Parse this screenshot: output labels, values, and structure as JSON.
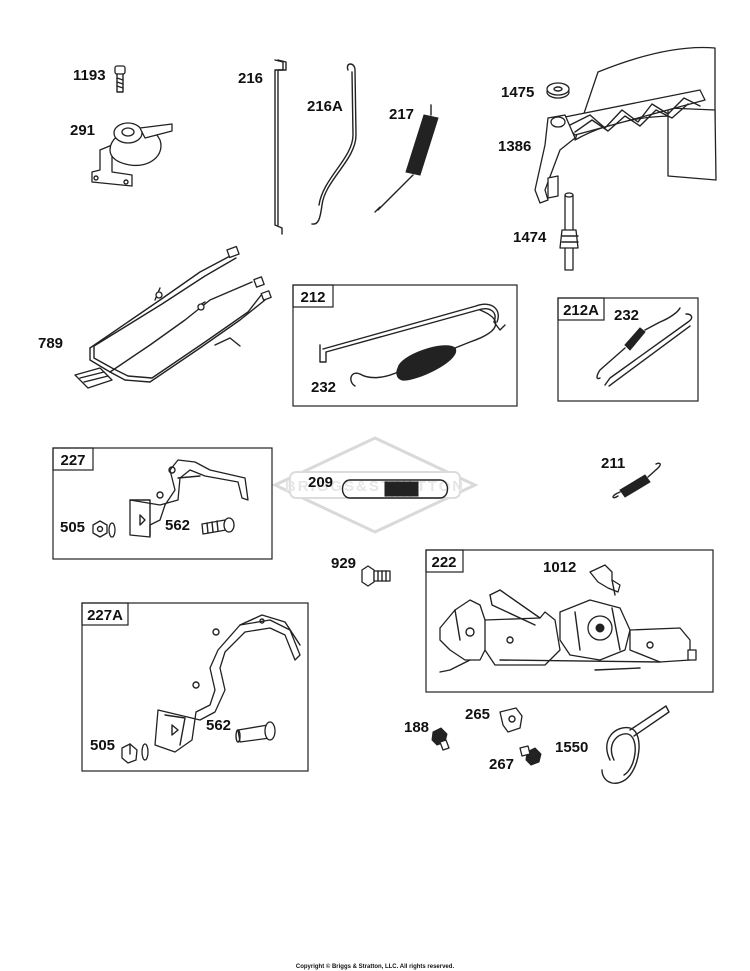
{
  "watermark": "BRIGGS&STRATTON",
  "copyright": "Copyright © Briggs & Stratton, LLC. All rights reserved.",
  "parts": [
    {
      "id": "p1193",
      "label": "1193"
    },
    {
      "id": "p291",
      "label": "291"
    },
    {
      "id": "p216",
      "label": "216"
    },
    {
      "id": "p216A",
      "label": "216A"
    },
    {
      "id": "p217",
      "label": "217"
    },
    {
      "id": "p1475",
      "label": "1475"
    },
    {
      "id": "p1386",
      "label": "1386"
    },
    {
      "id": "p1474",
      "label": "1474"
    },
    {
      "id": "p789",
      "label": "789"
    },
    {
      "id": "p232a",
      "label": "232"
    },
    {
      "id": "p232b",
      "label": "232"
    },
    {
      "id": "p209",
      "label": "209"
    },
    {
      "id": "p211",
      "label": "211"
    },
    {
      "id": "p505a",
      "label": "505"
    },
    {
      "id": "p562a",
      "label": "562"
    },
    {
      "id": "p929",
      "label": "929"
    },
    {
      "id": "p1012",
      "label": "1012"
    },
    {
      "id": "p505b",
      "label": "505"
    },
    {
      "id": "p562b",
      "label": "562"
    },
    {
      "id": "p188",
      "label": "188"
    },
    {
      "id": "p265",
      "label": "265"
    },
    {
      "id": "p267",
      "label": "267"
    },
    {
      "id": "p1550",
      "label": "1550"
    }
  ],
  "boxes": [
    {
      "id": "b212",
      "label": "212"
    },
    {
      "id": "b212A",
      "label": "212A"
    },
    {
      "id": "b227",
      "label": "227"
    },
    {
      "id": "b227A",
      "label": "227A"
    },
    {
      "id": "b222",
      "label": "222"
    }
  ]
}
